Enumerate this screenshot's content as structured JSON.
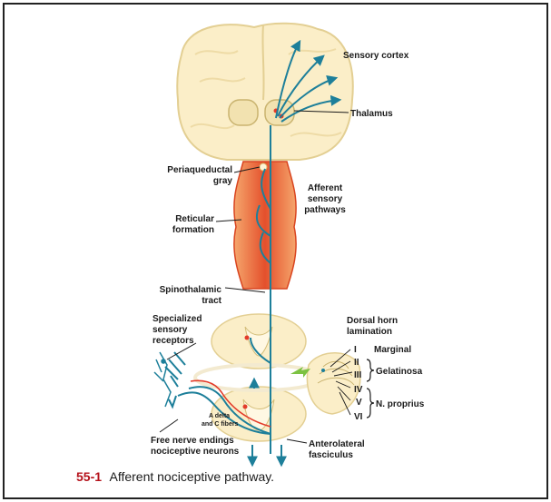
{
  "labels": {
    "sensory_cortex": "Sensory cortex",
    "thalamus": "Thalamus",
    "periaqueductal_1": "Periaqueductal",
    "periaqueductal_2": "gray",
    "afferent_1": "Afferent",
    "afferent_2": "sensory",
    "afferent_3": "pathways",
    "reticular_1": "Reticular",
    "reticular_2": "formation",
    "spinothalamic_1": "Spinothalamic",
    "spinothalamic_2": "tract",
    "specialized_1": "Specialized",
    "specialized_2": "sensory",
    "specialized_3": "receptors",
    "dorsal_1": "Dorsal horn",
    "dorsal_2": "lamination",
    "lam_I": "I",
    "lam_II": "II",
    "lam_III": "III",
    "lam_IV": "IV",
    "lam_V": "V",
    "lam_VI": "VI",
    "marginal": "Marginal",
    "gelatinosa": "Gelatinosa",
    "n_proprius": "N. proprius",
    "adelta_1": "A delta",
    "adelta_2": "and C fibers",
    "free_1": "Free nerve endings",
    "free_2": "nociceptive neurons",
    "antero_1": "Anterolateral",
    "antero_2": "fasciculus"
  },
  "caption": {
    "number": "55-1",
    "text": "Afferent nociceptive pathway."
  },
  "colors": {
    "brain_fill": "#fbeec8",
    "brain_stroke": "#e3cf93",
    "brainstem": "#e85a33",
    "brainstem_light": "#f4a06a",
    "pathway": "#1d7f9a",
    "caption_number": "#b5121b",
    "arrow_green": "#7cc242"
  }
}
